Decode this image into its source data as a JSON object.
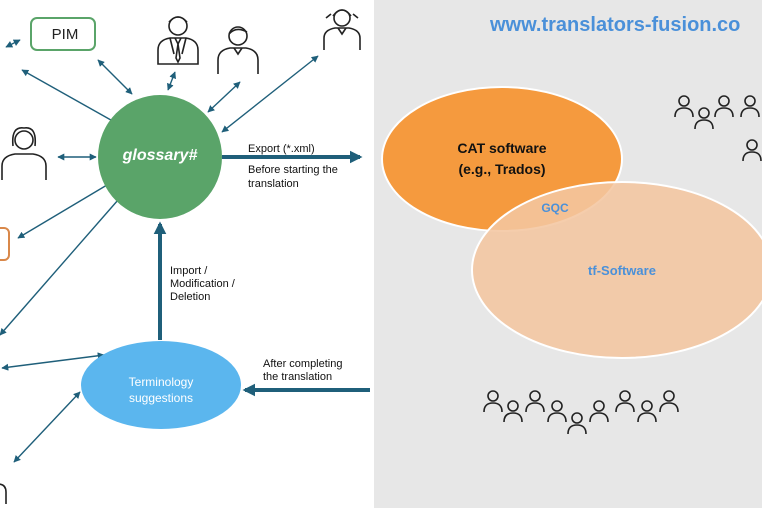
{
  "header": {
    "site_url": "www.translators-fusion.co"
  },
  "nodes": {
    "glossary": "glossary#",
    "terminology": [
      "Terminology",
      "suggestions"
    ],
    "pim": "PIM"
  },
  "arrows": {
    "export": [
      "Export (*.xml)",
      "Before starting the",
      "translation"
    ],
    "import": [
      "Import /",
      "Modification /",
      "Deletion"
    ],
    "after": [
      "After completing",
      "the translation"
    ]
  },
  "venn": {
    "cat": [
      "CAT software",
      "(e.g., Trados)"
    ],
    "overlap": "GQC",
    "tf": "tf-Software"
  },
  "colors": {
    "glossary_green": "#5aa469",
    "terminology_blue": "#5bb6ee",
    "arrow_dark": "#1f5f7a",
    "cat_orange": "#f59a3e",
    "tf_peach": "#f4c6a0",
    "url_blue": "#4a90d9"
  },
  "icons": [
    "person-man-tie-icon",
    "person-man-icon",
    "person-woman-icon",
    "person-woman-left-icon",
    "people-group-icon"
  ]
}
